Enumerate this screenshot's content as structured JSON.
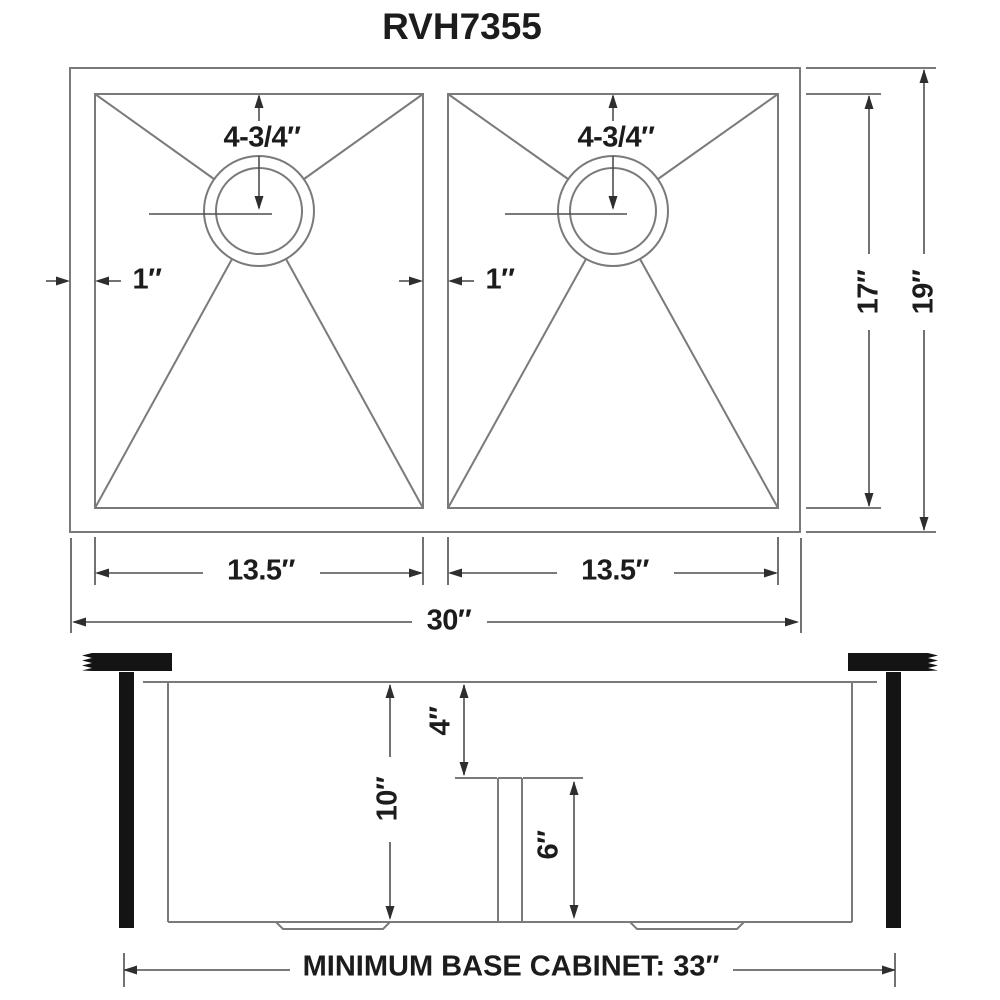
{
  "title": "RVH7355",
  "top_view": {
    "overall_width": "30″",
    "overall_depth": "19″",
    "bowl_inner_depth": "17″",
    "bowl_width_left": "13.5″",
    "bowl_width_right": "13.5″",
    "rim_width": "1″",
    "divider_width": "1″",
    "drain_offset_left": "4-3/4″",
    "drain_offset_right": "4-3/4″"
  },
  "side_view": {
    "rim_to_divider_depth": "4″",
    "bowl_depth": "10″",
    "divider_height": "6″",
    "cabinet_note": "MINIMUM BASE CABINET: 33″"
  },
  "colors": {
    "outline": "#7a7a7a",
    "dimension": "#4f4f4f",
    "arrow": "#2e2e2e",
    "text": "#1c1c1c",
    "bracket": "#141414"
  }
}
